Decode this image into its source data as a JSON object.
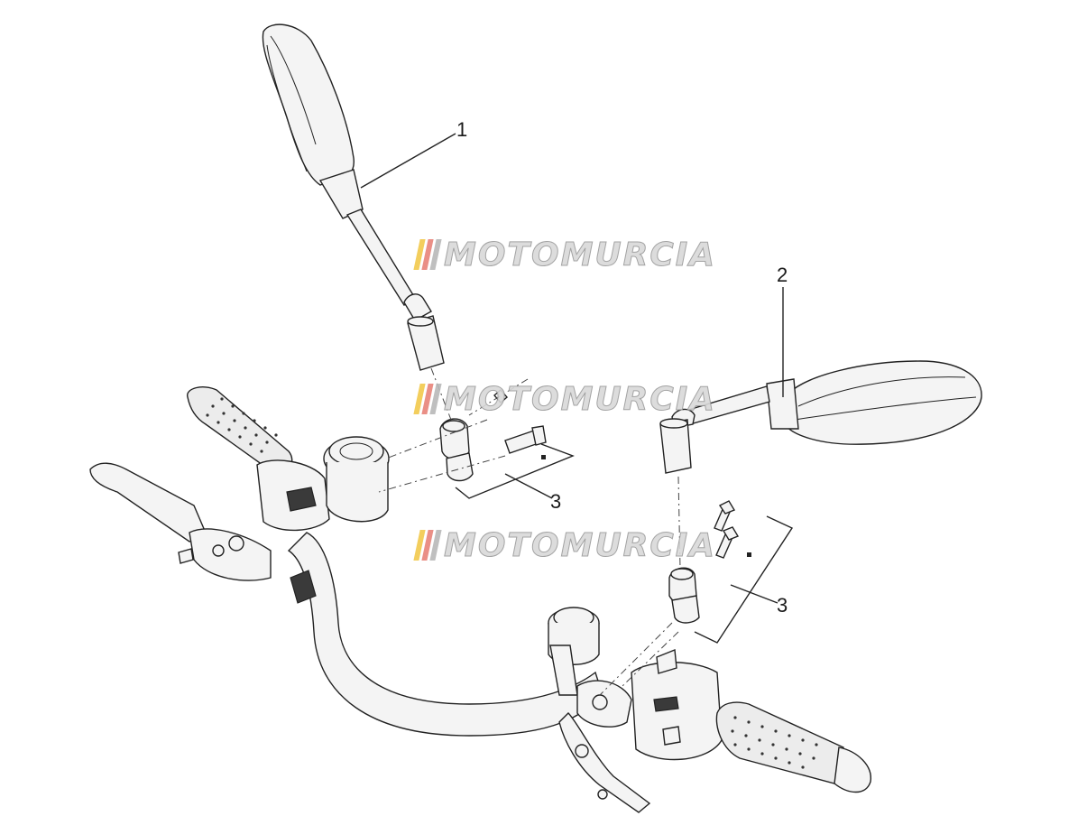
{
  "callouts": {
    "c1": "1",
    "c2": "2",
    "c3_left": "3",
    "c3_right": "3"
  },
  "watermark": {
    "text": "MOTOMURCIA",
    "stripe_colors": [
      "#f2c94c",
      "#e8837a",
      "#b9b9b9"
    ],
    "text_color": "#d9d9d9"
  },
  "icons": {
    "mirror_left": "left-mirror-icon",
    "mirror_right": "right-mirror-icon",
    "handlebar": "handlebar-icon"
  }
}
